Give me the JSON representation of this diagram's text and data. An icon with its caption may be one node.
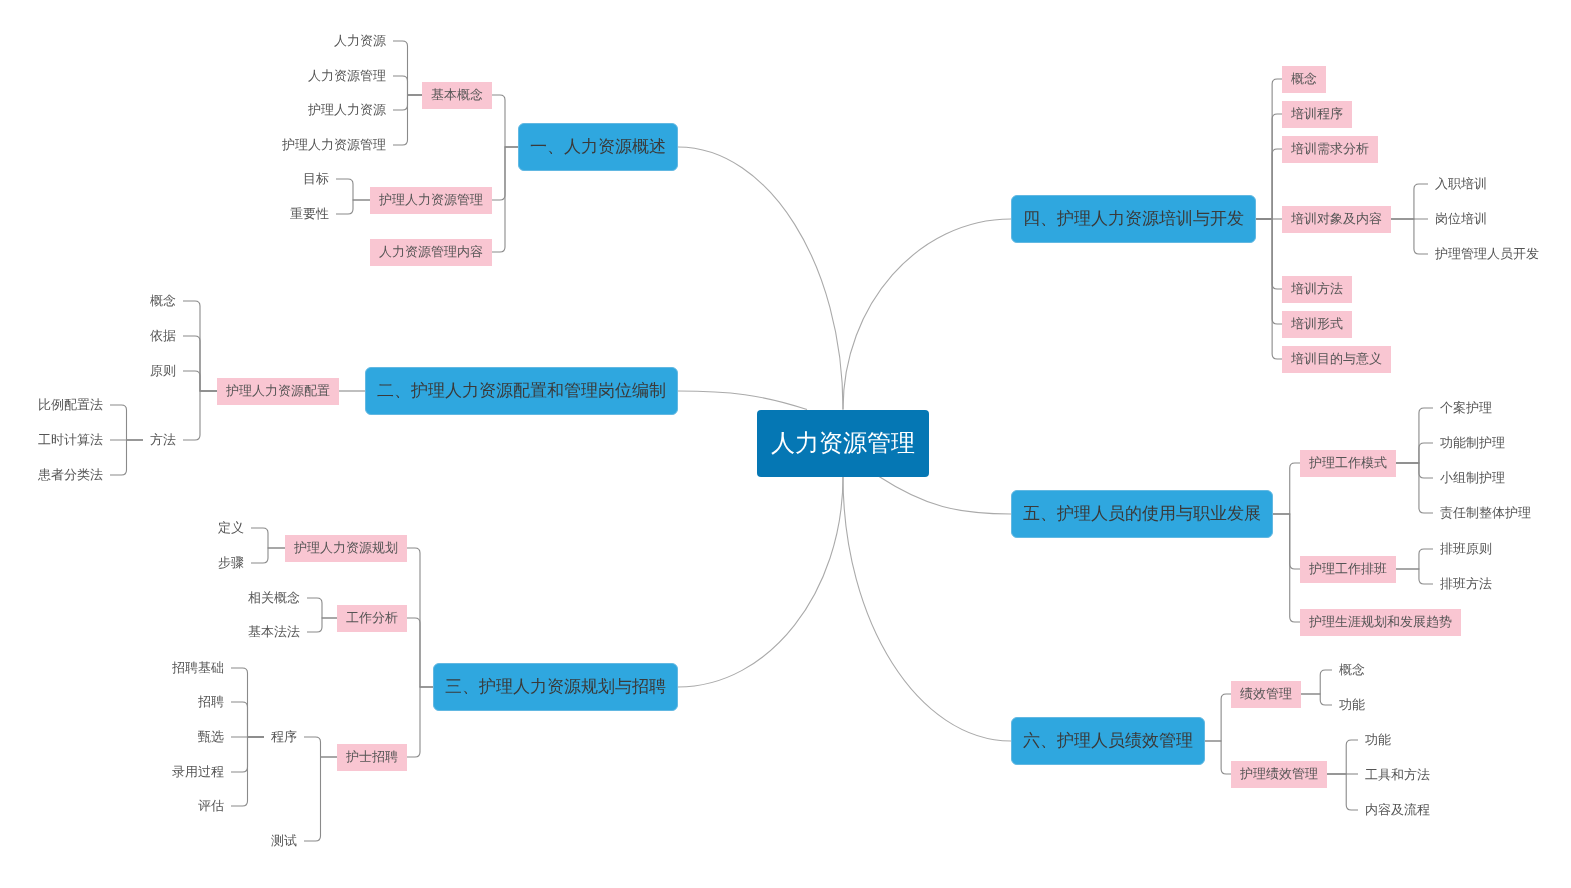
{
  "diagram": {
    "nodes": [
      {
        "text": [
          "人力资源管理"
        ]
      },
      {
        "text": [
          "一、人力资源概述"
        ]
      },
      {
        "text": [
          "基本概念"
        ]
      },
      {
        "text": [
          "人力资源"
        ]
      },
      {
        "text": [
          "人力资源管理"
        ]
      },
      {
        "text": [
          "护理人力资源"
        ]
      },
      {
        "text": [
          "护理人力资源管理"
        ]
      },
      {
        "text": [
          "护理人力资源管理"
        ]
      },
      {
        "text": [
          "目标"
        ]
      },
      {
        "text": [
          "重要性"
        ]
      },
      {
        "text": [
          "人力资源管理内容"
        ]
      },
      {
        "text": [
          "二、护理人力资源配置和管理岗位编制"
        ]
      },
      {
        "text": [
          "护理人力资源配置"
        ]
      },
      {
        "text": [
          "概念"
        ]
      },
      {
        "text": [
          "依据"
        ]
      },
      {
        "text": [
          "原则"
        ]
      },
      {
        "text": [
          "方法"
        ]
      },
      {
        "text": [
          "比例配置法"
        ]
      },
      {
        "text": [
          "工时计算法"
        ]
      },
      {
        "text": [
          "患者分类法"
        ]
      },
      {
        "text": [
          "三、护理人力资源规划与招聘"
        ]
      },
      {
        "text": [
          "护理人力资源规划"
        ]
      },
      {
        "text": [
          "定义"
        ]
      },
      {
        "text": [
          "步骤"
        ]
      },
      {
        "text": [
          "工作分析"
        ]
      },
      {
        "text": [
          "相关概念"
        ]
      },
      {
        "text": [
          "基本法法"
        ]
      },
      {
        "text": [
          "护士招聘"
        ]
      },
      {
        "text": [
          "程序"
        ]
      },
      {
        "text": [
          "招聘基础"
        ]
      },
      {
        "text": [
          "招聘"
        ]
      },
      {
        "text": [
          "甄选"
        ]
      },
      {
        "text": [
          "录用过程"
        ]
      },
      {
        "text": [
          "评估"
        ]
      },
      {
        "text": [
          "测试"
        ]
      },
      {
        "text": [
          "四、护理人力资源培训与开发"
        ]
      },
      {
        "text": [
          "概念"
        ]
      },
      {
        "text": [
          "培训程序"
        ]
      },
      {
        "text": [
          "培训需求分析"
        ]
      },
      {
        "text": [
          "培训对象及内容"
        ]
      },
      {
        "text": [
          "入职培训"
        ]
      },
      {
        "text": [
          "岗位培训"
        ]
      },
      {
        "text": [
          "护理管理人员开发"
        ]
      },
      {
        "text": [
          "培训方法"
        ]
      },
      {
        "text": [
          "培训形式"
        ]
      },
      {
        "text": [
          "培训目的与意义"
        ]
      },
      {
        "text": [
          "五、护理人员的使用与职业发展"
        ]
      },
      {
        "text": [
          "护理工作模式"
        ]
      },
      {
        "text": [
          "个案护理"
        ]
      },
      {
        "text": [
          "功能制护理"
        ]
      },
      {
        "text": [
          "小组制护理"
        ]
      },
      {
        "text": [
          "责任制整体护理"
        ]
      },
      {
        "text": [
          "护理工作排班"
        ]
      },
      {
        "text": [
          "排班原则"
        ]
      },
      {
        "text": [
          "排班方法"
        ]
      },
      {
        "text": [
          "护理生涯规划和发展趋势"
        ]
      },
      {
        "text": [
          "六、护理人员绩效管理"
        ]
      },
      {
        "text": [
          "绩效管理"
        ]
      },
      {
        "text": [
          "概念"
        ]
      },
      {
        "text": [
          "功能"
        ]
      },
      {
        "text": [
          "护理绩效管理"
        ]
      },
      {
        "text": [
          "功能"
        ]
      },
      {
        "text": [
          "工具和方法"
        ]
      },
      {
        "text": [
          "内容及流程"
        ]
      }
    ],
    "edges": [
      {
        "from": 0,
        "to": 1,
        "arrow": "none",
        "color": "#aaaaaa"
      },
      {
        "from": 0,
        "to": 11,
        "arrow": "none",
        "color": "#aaaaaa"
      },
      {
        "from": 0,
        "to": 20,
        "arrow": "none",
        "color": "#aaaaaa"
      },
      {
        "from": 0,
        "to": 35,
        "arrow": "none",
        "color": "#aaaaaa"
      },
      {
        "from": 0,
        "to": 46,
        "arrow": "none",
        "color": "#aaaaaa"
      },
      {
        "from": 0,
        "to": 56,
        "arrow": "none",
        "color": "#aaaaaa"
      },
      {
        "from": 1,
        "to": 2,
        "arrow": "none"
      },
      {
        "from": 1,
        "to": 7,
        "arrow": "none"
      },
      {
        "from": 1,
        "to": 10,
        "arrow": "none"
      },
      {
        "from": 2,
        "to": 3,
        "arrow": "none"
      },
      {
        "from": 2,
        "to": 4,
        "arrow": "none"
      },
      {
        "from": 2,
        "to": 5,
        "arrow": "none"
      },
      {
        "from": 2,
        "to": 6,
        "arrow": "none"
      },
      {
        "from": 7,
        "to": 8,
        "arrow": "none"
      },
      {
        "from": 7,
        "to": 9,
        "arrow": "none"
      },
      {
        "from": 11,
        "to": 12,
        "arrow": "none"
      },
      {
        "from": 12,
        "to": 13,
        "arrow": "none"
      },
      {
        "from": 12,
        "to": 14,
        "arrow": "none"
      },
      {
        "from": 12,
        "to": 15,
        "arrow": "none"
      },
      {
        "from": 12,
        "to": 16,
        "arrow": "none"
      },
      {
        "from": 16,
        "to": 17,
        "arrow": "none"
      },
      {
        "from": 16,
        "to": 18,
        "arrow": "none"
      },
      {
        "from": 16,
        "to": 19,
        "arrow": "none"
      },
      {
        "from": 20,
        "to": 21,
        "arrow": "none"
      },
      {
        "from": 20,
        "to": 24,
        "arrow": "none"
      },
      {
        "from": 20,
        "to": 27,
        "arrow": "none"
      },
      {
        "from": 21,
        "to": 22,
        "arrow": "none"
      },
      {
        "from": 21,
        "to": 23,
        "arrow": "none"
      },
      {
        "from": 24,
        "to": 25,
        "arrow": "none"
      },
      {
        "from": 24,
        "to": 26,
        "arrow": "none"
      },
      {
        "from": 27,
        "to": 28,
        "arrow": "none"
      },
      {
        "from": 27,
        "to": 34,
        "arrow": "none"
      },
      {
        "from": 28,
        "to": 29,
        "arrow": "none"
      },
      {
        "from": 28,
        "to": 30,
        "arrow": "none"
      },
      {
        "from": 28,
        "to": 31,
        "arrow": "none"
      },
      {
        "from": 28,
        "to": 32,
        "arrow": "none"
      },
      {
        "from": 28,
        "to": 33,
        "arrow": "none"
      },
      {
        "from": 35,
        "to": 36,
        "arrow": "none"
      },
      {
        "from": 35,
        "to": 37,
        "arrow": "none"
      },
      {
        "from": 35,
        "to": 38,
        "arrow": "none"
      },
      {
        "from": 35,
        "to": 39,
        "arrow": "none"
      },
      {
        "from": 35,
        "to": 43,
        "arrow": "none"
      },
      {
        "from": 35,
        "to": 44,
        "arrow": "none"
      },
      {
        "from": 35,
        "to": 45,
        "arrow": "none"
      },
      {
        "from": 39,
        "to": 40,
        "arrow": "none"
      },
      {
        "from": 39,
        "to": 41,
        "arrow": "none"
      },
      {
        "from": 39,
        "to": 42,
        "arrow": "none"
      },
      {
        "from": 46,
        "to": 47,
        "arrow": "none"
      },
      {
        "from": 46,
        "to": 52,
        "arrow": "none"
      },
      {
        "from": 46,
        "to": 55,
        "arrow": "none"
      },
      {
        "from": 47,
        "to": 48,
        "arrow": "none"
      },
      {
        "from": 47,
        "to": 49,
        "arrow": "none"
      },
      {
        "from": 47,
        "to": 50,
        "arrow": "none"
      },
      {
        "from": 47,
        "to": 51,
        "arrow": "none"
      },
      {
        "from": 52,
        "to": 53,
        "arrow": "none"
      },
      {
        "from": 52,
        "to": 54,
        "arrow": "none"
      },
      {
        "from": 56,
        "to": 57,
        "arrow": "none"
      },
      {
        "from": 56,
        "to": 60,
        "arrow": "none"
      },
      {
        "from": 57,
        "to": 58,
        "arrow": "none"
      },
      {
        "from": 57,
        "to": 59,
        "arrow": "none"
      },
      {
        "from": 60,
        "to": 61,
        "arrow": "none"
      },
      {
        "from": 60,
        "to": 62,
        "arrow": "none"
      },
      {
        "from": 60,
        "to": 63,
        "arrow": "none"
      }
    ]
  }
}
